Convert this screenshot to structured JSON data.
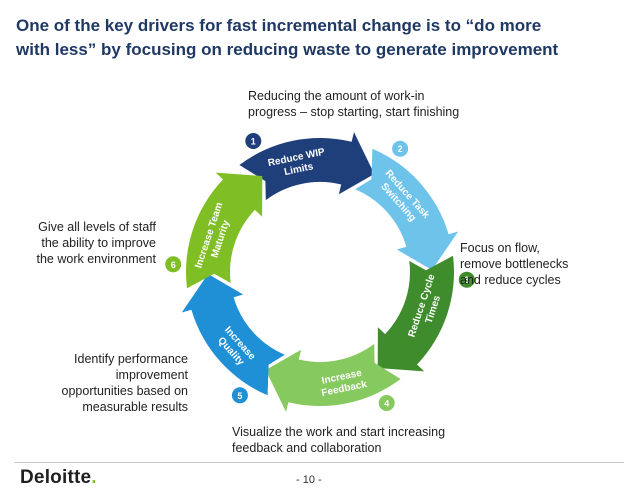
{
  "title": {
    "line1": "One of the key drivers for fast incremental change is to “do more",
    "line2": "with less” by focusing on reducing waste to generate improvement"
  },
  "cycle": {
    "steps": [
      {
        "number": "1",
        "label": [
          "Reduce WIP",
          "Limits"
        ],
        "color": "#1f3f7a"
      },
      {
        "number": "2",
        "label": [
          "Reduce Task",
          "Switching"
        ],
        "color": "#6ec3ea"
      },
      {
        "number": "3",
        "label": [
          "Reduce Cycle",
          "Times"
        ],
        "color": "#3f8c2c"
      },
      {
        "number": "4",
        "label": [
          "Increase",
          "Feedback"
        ],
        "color": "#86c95e"
      },
      {
        "number": "5",
        "label": [
          "Increase",
          "Quality"
        ],
        "color": "#1f8fd6"
      },
      {
        "number": "6",
        "label": [
          "Increase Team",
          "Maturity"
        ],
        "color": "#7fbf25"
      }
    ]
  },
  "callouts": {
    "top": [
      "Reducing the amount of work-in",
      "progress – stop starting, start finishing"
    ],
    "right": [
      "Focus on flow,",
      "remove bottlenecks",
      "and reduce cycles"
    ],
    "bottom": [
      "Visualize the work and start increasing",
      "feedback and collaboration"
    ],
    "left": [
      "Give all levels of staff",
      "the ability to improve",
      "the work environment"
    ],
    "lower_left": [
      "Identify performance",
      "improvement",
      "opportunities based on",
      "measurable results"
    ]
  },
  "footer": {
    "logo": "Deloitte",
    "logo_dot": ".",
    "page": "- 10 -"
  }
}
